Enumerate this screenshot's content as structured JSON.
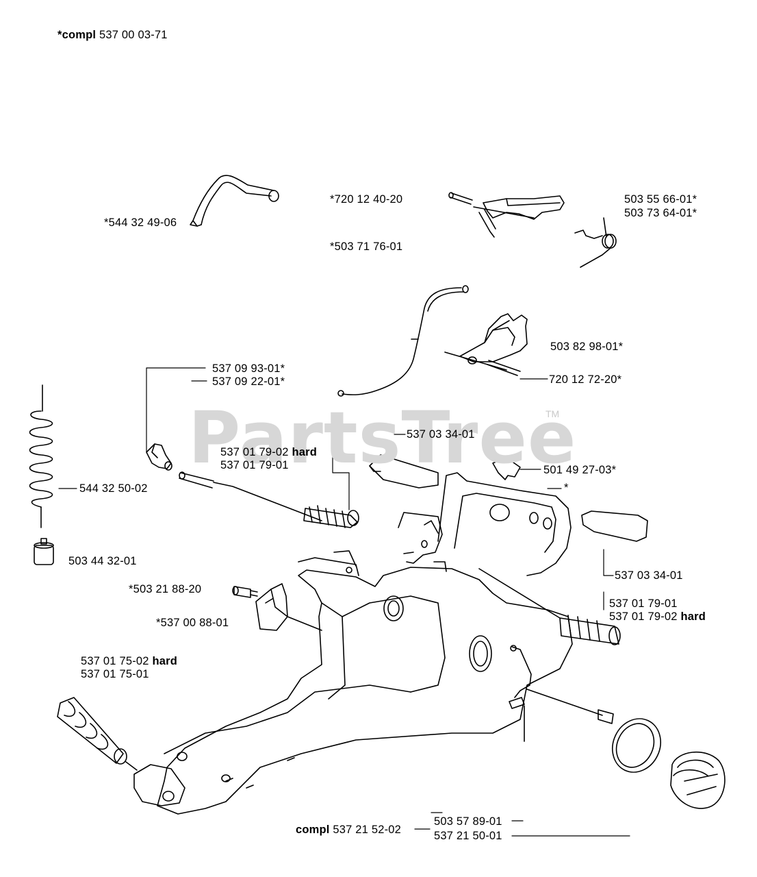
{
  "header": {
    "compl_prefix": "*compl",
    "compl_number": "537 00 03-71"
  },
  "watermark": {
    "text": "PartsTree",
    "trademark": "TM"
  },
  "labels": {
    "p544_32_49_06": "*544 32 49-06",
    "p720_12_40_20": "*720 12 40-20",
    "p503_71_76_01": "*503 71 76-01",
    "p503_55_66_01": "503 55 66-01*",
    "p503_73_64_01": "503 73 64-01*",
    "p503_82_98_01": "503 82 98-01*",
    "p720_12_72_20": "720 12 72-20*",
    "p537_09_93_01": "537 09 93-01*",
    "p537_09_22_01": "537 09 22-01*",
    "p537_03_34_01_top": "537 03 34-01",
    "p537_01_79_02_top_num": "537 01 79-02",
    "p537_01_79_02_top_hard": "hard",
    "p537_01_79_01_top": "537 01 79-01",
    "p501_49_27_03": "501 49 27-03*",
    "p_star": "*",
    "p544_32_50_02": "544 32 50-02",
    "p503_44_32_01": "503 44 32-01",
    "p537_03_34_01_right": "537 03 34-01",
    "p503_21_88_20": "*503 21 88-20",
    "p537_00_88_01": "*537 00 88-01",
    "p537_01_79_01_right": "537 01 79-01",
    "p537_01_79_02_right_num": "537 01 79-02",
    "p537_01_79_02_right_hard": "hard",
    "p537_01_75_02_num": "537 01 75-02",
    "p537_01_75_02_hard": "hard",
    "p537_01_75_01": "537 01 75-01",
    "compl_bottom_prefix": "compl",
    "compl_bottom_number": "537 21 52-02",
    "p503_57_89_01": "503 57 89-01",
    "p537_21_50_01": "537 21 50-01"
  }
}
